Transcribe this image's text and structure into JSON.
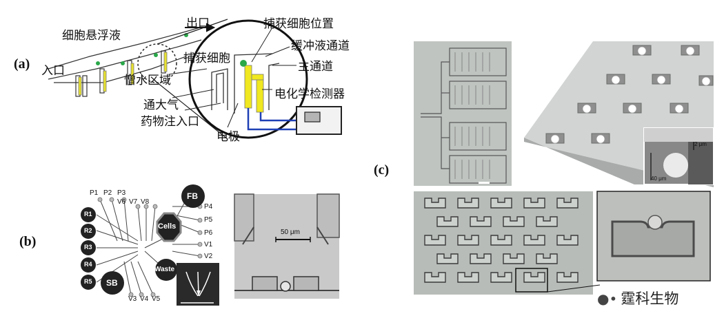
{
  "panels": {
    "a": {
      "label": "(a)",
      "annotations": {
        "outlet": "出口",
        "cell_suspension": "细胞悬浮液",
        "inlet": "入口",
        "capture_cell": "捕获细胞",
        "capture_position": "捕获细胞位置",
        "buffer_channel": "缓冲液通道",
        "main_channel": "主通道",
        "hydrophobic_region": "憎水区域",
        "vent": "通大气",
        "drug_inlet": "药物注入口",
        "electrode": "电极",
        "ec_detector": "电化学检测器"
      }
    },
    "b": {
      "label": "(b)",
      "ports": {
        "p1": "P1",
        "p2": "P2",
        "p3": "P3",
        "p4": "P4",
        "p5": "P5",
        "p6": "P6",
        "v1": "V1",
        "v2": "V2",
        "v3": "V3",
        "v4": "V4",
        "v5": "V5",
        "v6": "V6",
        "v7": "V7",
        "v8": "V8",
        "r1": "R1",
        "r2": "R2",
        "r3": "R3",
        "r4": "R4",
        "r5": "R5",
        "sb": "SB",
        "fb": "FB",
        "cells": "Cells",
        "waste": "Waste"
      },
      "scale_bar": "50 μm"
    },
    "c": {
      "label": "(c)",
      "dims": {
        "gap": "2 μm",
        "height": "40 μm"
      }
    }
  },
  "watermark": "霆科生物"
}
